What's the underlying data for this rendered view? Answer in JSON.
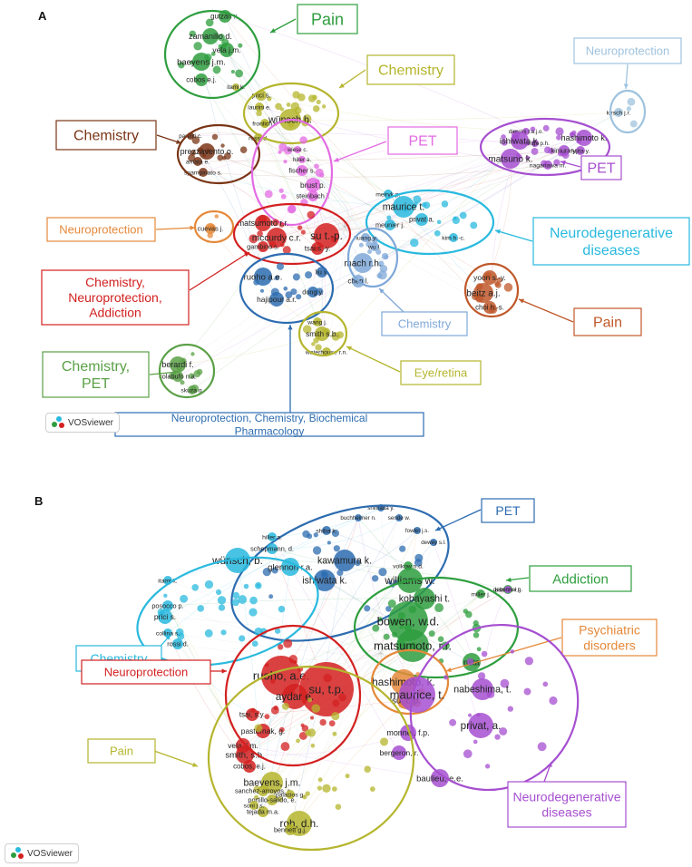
{
  "panels": [
    {
      "letter": "A",
      "brand": "VOSviewer",
      "clusters": [
        {
          "label": "Pain",
          "color": "#2e9e3e",
          "nodes": [
            "gutzan x.",
            "zamanillo d.",
            "vela j.m.",
            "baeyens j.m.",
            "cobos e.j."
          ]
        },
        {
          "label": "Chemistry",
          "color": "#b5b52e",
          "nodes": [
            "itami k.",
            "prici s.",
            "laurini e.",
            "fronlich r.",
            "rossi d.",
            "wünsch b."
          ]
        },
        {
          "label": "Chemistry",
          "color": "#7a3516",
          "nodes": [
            "parenti c.",
            "prezzavento o.",
            "amata e.",
            "spampinato s."
          ]
        },
        {
          "label": "PET",
          "color": "#e36be3",
          "nodes": [
            "wiese c.",
            "hiller a.",
            "fischer s.",
            "brust p.",
            "steinbach j."
          ]
        },
        {
          "label": "Neuroprotection",
          "color": "#9fc3de",
          "nodes": [
            "kirsch j.r."
          ]
        },
        {
          "label": "PET",
          "color": "#a64fd0",
          "nodes": [
            "dierckx r.a.j.o.",
            "elsinga p.h.",
            "ishiwata k.",
            "hashimoto k.",
            "kimura y.",
            "fujita y.",
            "matsuno k.",
            "naganawa m."
          ]
        },
        {
          "label": "Neurodegenerative diseases",
          "color": "#29b9de",
          "nodes": [
            "meiryk p.",
            "maurice t.",
            "privat a.",
            "meunier j.",
            "kim h.-c."
          ]
        },
        {
          "label": "Neuroprotection",
          "color": "#e5893a",
          "nodes": [
            "cuevas j."
          ]
        },
        {
          "label": "Chemistry, Neuroprotection, Addiction",
          "color": "#d32020",
          "nodes": [
            "matsumoto r.r.",
            "mccurdy c.r.",
            "gambino s.",
            "su t.-p.",
            "tsai s.-y."
          ]
        },
        {
          "label": "Chemistry",
          "color": "#7fa8d8",
          "nodes": [
            "huang y.",
            "wu l.",
            "mach r.h.",
            "chen l."
          ]
        },
        {
          "label": "Neuroprotection, Chemistry, Biochemical Pharmacology",
          "color": "#2d6cb0",
          "nodes": [
            "ruoho a.e.",
            "dong y.",
            "hajipour a.r.",
            "liu x."
          ]
        },
        {
          "label": "Pain",
          "color": "#c0582a",
          "nodes": [
            "yoon s.-y.",
            "beitz a.j.",
            "choi h.-s."
          ]
        },
        {
          "label": "Eye/retina",
          "color": "#b5b52e",
          "nodes": [
            "wang j.",
            "smith s.b.",
            "waterhouse r.n."
          ]
        },
        {
          "label": "Chemistry, PET",
          "color": "#5aa046",
          "nodes": [
            "berardi f.",
            "colabufo n.a.",
            "skuza g."
          ]
        }
      ]
    },
    {
      "letter": "B",
      "brand": "VOSviewer",
      "clusters": [
        {
          "label": "PET",
          "color": "#2d6cb0",
          "nodes": [
            "shimada y.",
            "buchheimer n.",
            "sende w.",
            "shiba k.",
            "fowler j.s.",
            "dewey s.l.",
            "kawamura k.",
            "ishiwata k."
          ]
        },
        {
          "label": "Addiction",
          "color": "#2e9e3e",
          "nodes": [
            "volkow n.d.",
            "williams w.",
            "kobayashi t.",
            "bowen, w.d.",
            "matsumoto, r.r.",
            "mita",
            "miller j.",
            "patrick r.l."
          ]
        },
        {
          "label": "Chemistry",
          "color": "#29b9de",
          "nodes": [
            "hiller a.",
            "schepmann, d.",
            "wünsch, b.",
            "itami k.",
            "posocco p.",
            "prici s.",
            "collina s.",
            "rossi d.",
            "glennon r.a."
          ]
        },
        {
          "label": "Psychiatric disorders",
          "color": "#e5893a",
          "nodes": [
            "hashimoto, k.",
            "su, t.-p."
          ]
        },
        {
          "label": "Neuroprotection",
          "color": "#d32020",
          "nodes": [
            "ruoho, a.e.",
            "su, t.p.",
            "aydar e.",
            "tsai, s.y.",
            "pasternak, g.",
            "vela, j.m.",
            "smith, s.b.",
            "cobos, e.j."
          ]
        },
        {
          "label": "Neurodegenerative diseases",
          "color": "#a64fd0",
          "nodes": [
            "maurice, t.",
            "nabeshima, t.",
            "privat, a.",
            "monnet, f.p.",
            "bergeron, r.",
            "baulieu, e.e.",
            "debonnel g."
          ]
        },
        {
          "label": "Pain",
          "color": "#b5b52e",
          "nodes": [
            "baeyens, j.m.",
            "sanchez-arroyos, r.",
            "portillo-salido, e.",
            "roh, d.h.",
            "bennett g.j.",
            "tejada m.a.",
            "soni j.s.",
            "palacios g."
          ]
        }
      ]
    }
  ]
}
